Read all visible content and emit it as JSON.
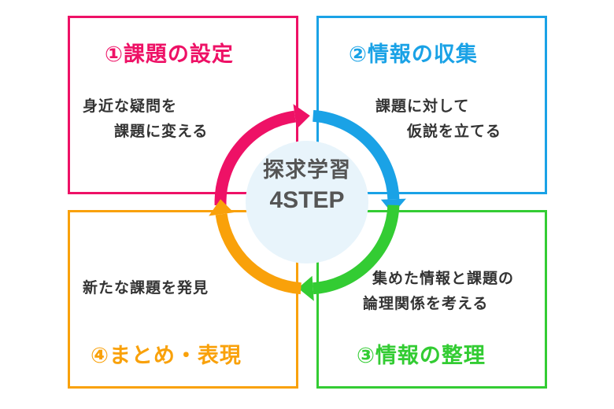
{
  "colors": {
    "step1": "#ee1166",
    "step2": "#1aa2e6",
    "step3": "#33cc33",
    "step4": "#f9a10a",
    "center_fill": "#e8f4fb"
  },
  "center": {
    "line1": "探求学習",
    "line2": "4STEP"
  },
  "steps": [
    {
      "title": "①課題の設定",
      "desc": [
        "身近な疑問を",
        "課題に変える"
      ]
    },
    {
      "title": "②情報の収集",
      "desc": [
        "課題に対して",
        "仮説を立てる"
      ]
    },
    {
      "title": "③情報の整理",
      "desc": [
        "集めた情報と課題の",
        "論理関係を考える"
      ]
    },
    {
      "title": "④まとめ・表現",
      "desc": [
        "新たな課題を発見"
      ]
    }
  ]
}
